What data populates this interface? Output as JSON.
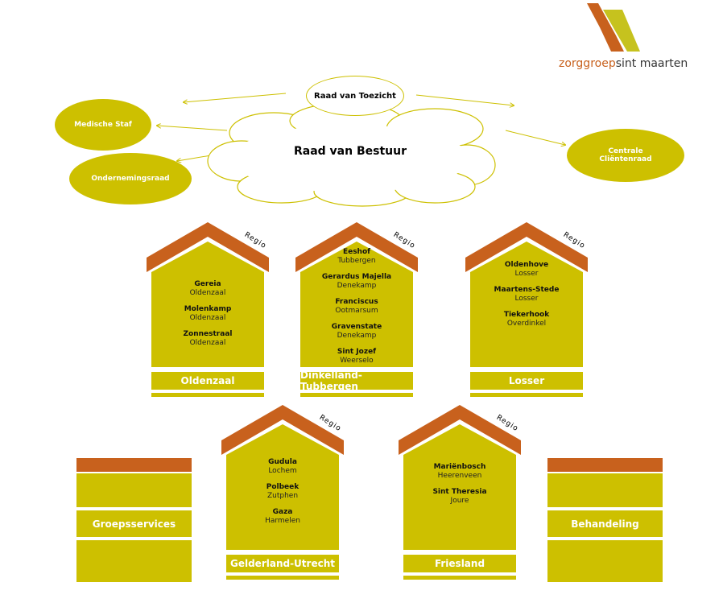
{
  "logo": {
    "text_a": "zorggroep",
    "text_b": "sint maarten"
  },
  "colors": {
    "olive": "#cdc000",
    "orange": "#c8611d"
  },
  "top": {
    "toezicht": "Raad van Toezicht",
    "bestuur": "Raad van Bestuur",
    "medische": "Medische Staf",
    "or": "Ondernemingsraad",
    "clientenraad_1": "Centrale",
    "clientenraad_2": "Cliëntenraad"
  },
  "regio_label": "Regio",
  "houses": [
    {
      "label": "Oldenzaal",
      "items": [
        {
          "n": "Gereia",
          "p": "Oldenzaal"
        },
        {
          "n": "Molenkamp",
          "p": "Oldenzaal"
        },
        {
          "n": "Zonnestraal",
          "p": "Oldenzaal"
        }
      ]
    },
    {
      "label": "Dinkelland-Tubbergen",
      "items": [
        {
          "n": "Eeshof",
          "p": "Tubbergen"
        },
        {
          "n": "Gerardus Majella",
          "p": "Denekamp"
        },
        {
          "n": "Franciscus",
          "p": "Ootmarsum"
        },
        {
          "n": "Gravenstate",
          "p": "Denekamp"
        },
        {
          "n": "Sint Jozef",
          "p": "Weerselo"
        }
      ]
    },
    {
      "label": "Losser",
      "items": [
        {
          "n": "Oldenhove",
          "p": "Losser"
        },
        {
          "n": "Maartens-Stede",
          "p": "Losser"
        },
        {
          "n": "Tiekerhook",
          "p": "Overdinkel"
        }
      ]
    },
    {
      "label": "Gelderland-Utrecht",
      "items": [
        {
          "n": "Gudula",
          "p": "Lochem"
        },
        {
          "n": "Polbeek",
          "p": "Zutphen"
        },
        {
          "n": "Gaza",
          "p": "Harmelen"
        }
      ]
    },
    {
      "label": "Friesland",
      "items": [
        {
          "n": "Mariënbosch",
          "p": "Heerenveen"
        },
        {
          "n": "Sint Theresia",
          "p": "Joure"
        }
      ]
    }
  ],
  "side": {
    "left": "Groepsservices",
    "right": "Behandeling"
  }
}
